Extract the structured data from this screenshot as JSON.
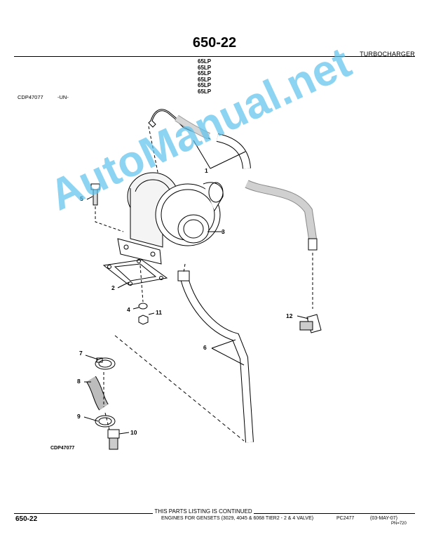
{
  "header": {
    "page_number": "650-22",
    "section_title": "TURBOCHARGER",
    "models": [
      "65LP",
      "65LP",
      "65LP",
      "65LP",
      "65LP",
      "65LP"
    ],
    "figure_id": "CDP47077",
    "figure_suffix": "-UN-"
  },
  "figure": {
    "caption_id": "CDP47077",
    "callouts": [
      "1",
      "2",
      "3",
      "4",
      "5",
      "6",
      "7",
      "8",
      "9",
      "10",
      "11",
      "12"
    ]
  },
  "watermark": "AutoManual.net",
  "footer": {
    "continued": "THIS PARTS LISTING IS CONTINUED",
    "page_number": "650-22",
    "engines": "ENGINES FOR GENSETS (3029, 4045 & 6068 TIER2 - 2 & 4 VALVE)",
    "pc": "PC2477",
    "date": "(03-MAY-07)",
    "pn": "PN=720"
  }
}
